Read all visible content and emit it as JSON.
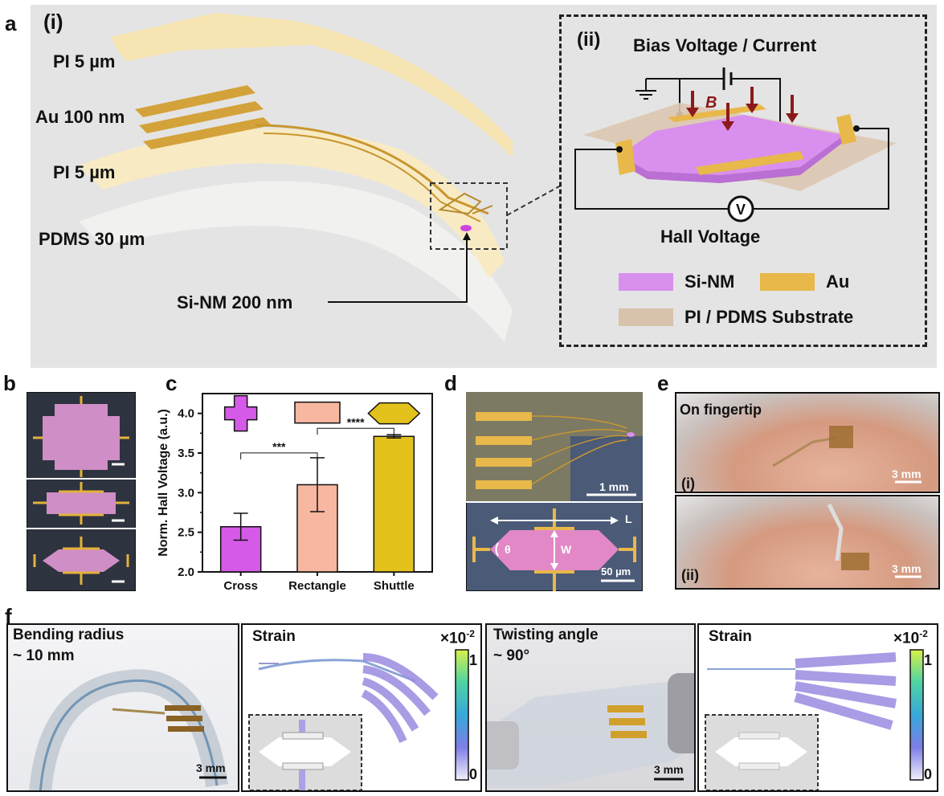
{
  "panels": {
    "a": {
      "letter": "a",
      "sub_i": "(i)",
      "sub_ii": "(ii)",
      "layers": [
        "PI 5 µm",
        "Au 100 nm",
        "PI 5 µm",
        "PDMS 30 µm"
      ],
      "sinm_label": "Si-NM 200 nm",
      "bias_label": "Bias Voltage / Current",
      "b_field": "B",
      "volt_symbol": "V",
      "hall_label": "Hall Voltage",
      "legend": {
        "sinm": "Si-NM",
        "au": "Au",
        "substrate": "PI / PDMS Substrate"
      },
      "colors": {
        "sinm": "#d98fee",
        "au": "#e8b84a",
        "substrate": "#d9c2ab",
        "b_arrow": "#8b1a1a"
      }
    },
    "b": {
      "letter": "b"
    },
    "c": {
      "letter": "c"
    },
    "d": {
      "letter": "d",
      "scale1": "1 mm",
      "scale2": "50 µm",
      "L": "L",
      "W": "W",
      "theta": "θ"
    },
    "e": {
      "letter": "e",
      "title": "On fingertip",
      "sub_i": "(i)",
      "sub_ii": "(ii)",
      "scale": "3 mm"
    },
    "f": {
      "letter": "f",
      "bend_title_1": "Bending radius",
      "bend_title_2": "~ 10 mm",
      "strain": "Strain",
      "exp": "×10",
      "exp_sup": "-2",
      "cbar_max": "1",
      "cbar_min": "0",
      "twist_title_1": "Twisting angle",
      "twist_title_2": "~ 90°",
      "scale": "3 mm"
    }
  },
  "chart_data": {
    "type": "bar",
    "categories": [
      "Cross",
      "Rectangle",
      "Shuttle"
    ],
    "values": [
      2.57,
      3.1,
      3.71
    ],
    "errors": [
      0.17,
      0.34,
      0.02
    ],
    "colors": [
      "#d65ae8",
      "#f7b7a0",
      "#e3c21c"
    ],
    "ylabel": "Norm. Hall Voltage (a.u.)",
    "ylim": [
      2.0,
      4.25
    ],
    "yticks": [
      2.0,
      2.5,
      3.0,
      3.5,
      4.0
    ],
    "ytick_labels": [
      "2.0",
      "2.5",
      "3.0",
      "3.5",
      "4.0"
    ],
    "significance": [
      {
        "pair": [
          0,
          1
        ],
        "label": "***"
      },
      {
        "pair": [
          1,
          2
        ],
        "label": "****"
      }
    ]
  }
}
